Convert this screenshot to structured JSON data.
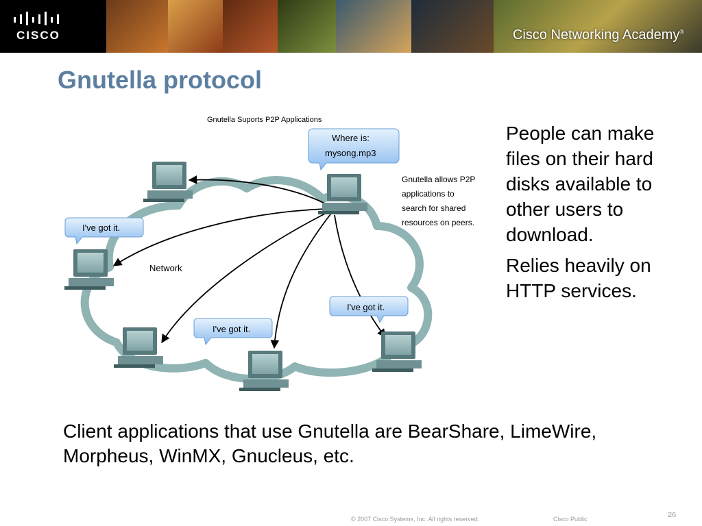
{
  "header": {
    "logo_text": "CISCO",
    "academy_text": "Cisco Networking Academy",
    "registered_mark": "®"
  },
  "slide": {
    "title": "Gnutella protocol",
    "diagram": {
      "title": "Gnutella Suports P2P Applications",
      "query_line1": "Where is:",
      "query_line2": "mysong.mp3",
      "reply_label": "I've got it.",
      "network_label": "Network",
      "caption_lines": [
        "Gnutella allows P2P",
        "applications to",
        "search for shared",
        "resources on peers."
      ]
    },
    "right_paragraphs": [
      "People can make files on their hard disks available to other users to download.",
      "Relies heavily on HTTP services."
    ],
    "bottom_text": "Client applications that use Gnutella are BearShare, LimeWire, Morpheus, WinMX, Gnucleus, etc."
  },
  "footer": {
    "copyright": "© 2007 Cisco Systems, Inc. All rights reserved.",
    "classification": "Cisco Public",
    "page_number": "26"
  }
}
